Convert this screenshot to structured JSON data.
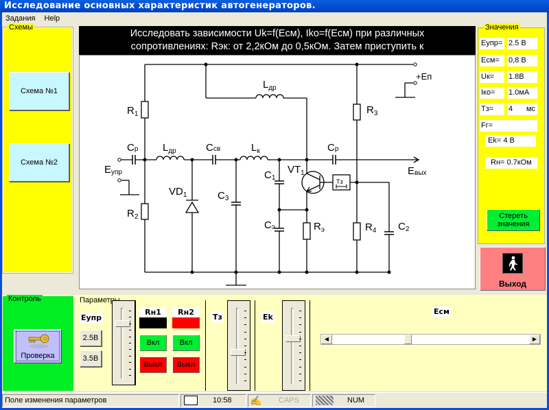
{
  "window": {
    "title": "Исследование основных характеристик автогенераторов."
  },
  "menu": [
    {
      "label": "Задания"
    },
    {
      "label": "Help"
    }
  ],
  "schemes": {
    "legend": "Схемы",
    "buttons": [
      {
        "label": "Схема №1"
      },
      {
        "label": "Схема №2"
      }
    ]
  },
  "task": {
    "line1": "Исследовать зависимости Uk=f(Eсм), Iko=f(Eсм) при различных",
    "line2": "сопротивлениях:  Rэк: от 2,2кОм до 0,5кОм. Затем приступить к"
  },
  "circuit": {
    "labels": {
      "r1": "R",
      "r1_sub": "1",
      "r2": "R",
      "r2_sub": "2",
      "r3": "R",
      "r3_sub": "3",
      "r4": "R",
      "r4_sub": "4",
      "re": "R",
      "re_sub": "э",
      "ldr_top": "L",
      "ldr_top_sub": "др",
      "ldr": "L",
      "ldr_sub": "др",
      "lk": "L",
      "lk_sub": "к",
      "cp_in": "C",
      "cp_in_sub": "р",
      "cp_out": "C",
      "cp_out_sub": "р",
      "csv": "C",
      "csv_sub": "св",
      "c1": "C",
      "c1_sub": "1",
      "c2": "C",
      "c2_sub": "2",
      "c3": "C",
      "c3_sub": "3",
      "ce": "C",
      "ce_sub": "э",
      "vd1": "VD",
      "vd1_sub": "1",
      "vt1": "VT",
      "vt1_sub": "1",
      "eupr": "E",
      "eupr_sub": "упр",
      "eout": "E",
      "eout_sub": "вых",
      "ep": "+E",
      "ep_sub": "п",
      "tz": "Tз"
    }
  },
  "values": {
    "legend": "Значения",
    "rows": [
      {
        "label": "Eупр=",
        "value": "2.5   В"
      },
      {
        "label": "Eсм=",
        "value": "0,8   В"
      },
      {
        "label": "Uк=",
        "value": "1.8В"
      },
      {
        "label": "Iко=",
        "value": "1.0мА"
      },
      {
        "label": "Tз=",
        "value": "4",
        "unit": "мс"
      },
      {
        "label": "Fг=",
        "value": ""
      }
    ],
    "ek": "Ek= 4     В",
    "rn": "Rн=  0.7кОм",
    "clear_line1": "Стереть",
    "clear_line2": "значения"
  },
  "exit": {
    "label": "Выход"
  },
  "control": {
    "legend": "Контроль",
    "check_label": "Проверка"
  },
  "params": {
    "legend": "Параметры",
    "eupr_label": "Eупр",
    "eupr_buttons": [
      {
        "label": "2.5В"
      },
      {
        "label": "3.5В"
      }
    ],
    "eupr_slider_position": 0.2,
    "rn1": {
      "label": "Rн1",
      "color": "#000000",
      "on": "Вкл",
      "off": "Выкл"
    },
    "rn2": {
      "label": "Rн2",
      "color": "#ff0000",
      "on": "Вкл",
      "off": "Выкл"
    },
    "tz_label": "Tз",
    "tz_slider_position": 0.6,
    "ek_label": "Ek",
    "ek_slider_position": 0.4,
    "ecm_label": "Eсм",
    "ecm_scroll_position": 0.38
  },
  "status": {
    "hint": "Поле изменения параметров",
    "time": "10:58",
    "caps": "CAPS",
    "num": "NUM"
  }
}
